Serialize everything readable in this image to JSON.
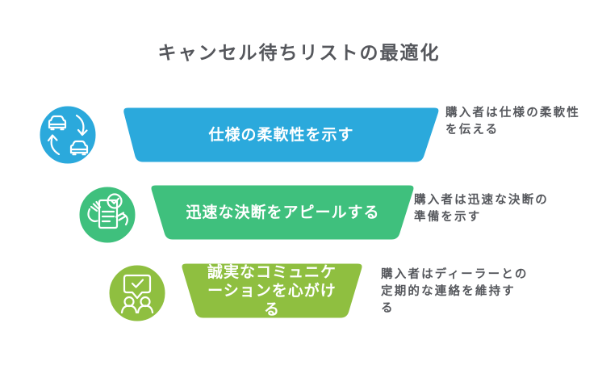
{
  "title": "キャンセル待ちリストの最適化",
  "colors": {
    "background": "#FFFFFF",
    "title_text": "#55575C",
    "stage_label_text": "#FFFFFF",
    "blue": "#2BA9DC",
    "green": "#3FC07D",
    "lime": "#8FBF40"
  },
  "stages": [
    {
      "label": "仕様の柔軟性を示す",
      "description": "購入者は仕様の柔軟性\nを伝える",
      "color": "#2BA9DC",
      "icon": "car-exchange-icon"
    },
    {
      "label": "迅速な決断をアピールする",
      "description": "購入者は迅速な決断の\n準備を示す",
      "color": "#3FC07D",
      "icon": "contract-check-icon"
    },
    {
      "label": "誠実なコミュニケ\nーションを心がけ\nる",
      "description": "購入者はディーラーとの\n定期的な連絡を維持す\nる",
      "color": "#8FBF40",
      "icon": "people-chat-icon"
    }
  ]
}
